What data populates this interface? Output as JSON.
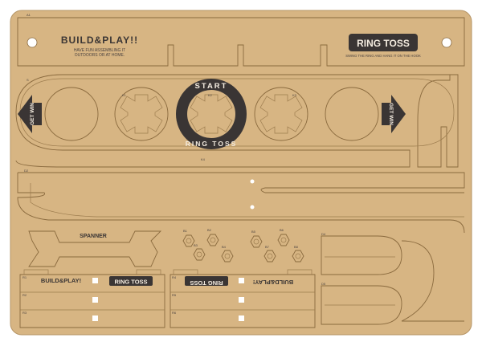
{
  "board": {
    "brand_title": "BUILD&PLAY!!",
    "brand_subtitle_1": "HAVE FUN ASSEMBLING IT",
    "brand_subtitle_2": "OUTDOORS OR AT HOME.",
    "game_badge": "RING TOSS",
    "game_tagline": "SWING THE RING AND HANG IT ON THE HOOK",
    "start_top": "START",
    "start_bottom": "RING TOSS",
    "get_win_left": "GET WIN",
    "get_win_right": "GET WIN",
    "spanner_label": "SPANNER",
    "box_brand_left": "BUILD&PLAY!",
    "box_badge_left": "RING TOSS",
    "box_badge_right": "RING TOSS",
    "box_brand_right": "BUILD&PLAY!"
  },
  "part_labels": {
    "a1": "A1",
    "s": "S",
    "k1": "K1",
    "k2": "K2",
    "k3": "K3",
    "k4": "K4",
    "d2": "D2",
    "b1": "B1",
    "b2": "B2",
    "b3": "B3",
    "b4": "B4",
    "b5": "B5",
    "b6": "B6",
    "b7": "B7",
    "b8": "B8",
    "d4": "D4",
    "d5": "D5",
    "r1": "R1",
    "r2": "R2",
    "r3": "R3",
    "r4": "R4",
    "r5": "R5",
    "r6": "R6"
  },
  "colors": {
    "board": "#d7b583",
    "cut_line": "#8a6a3e",
    "print": "#3a3534",
    "badge_text": "#f4ece0"
  }
}
